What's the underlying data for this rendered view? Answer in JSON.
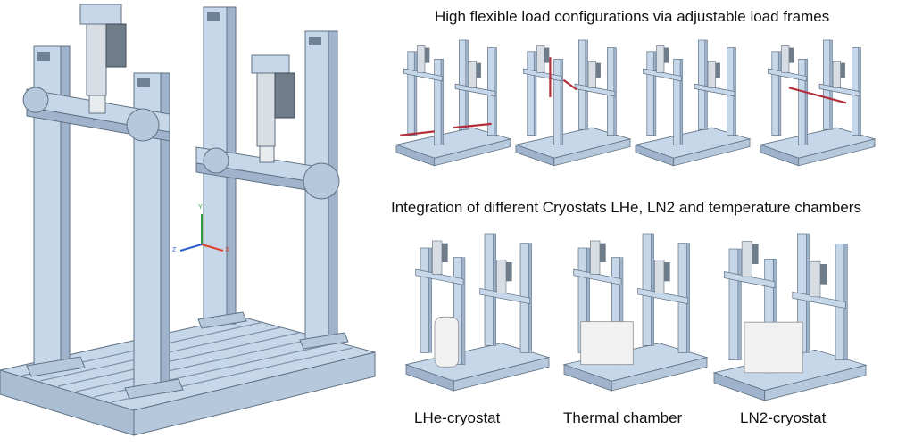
{
  "headings": {
    "top": "High flexible load configurations via adjustable load frames",
    "middle": "Integration of different Cryostats LHe, LN2 and temperature chambers"
  },
  "captions": {
    "lhe": "LHe-cryostat",
    "thermal": "Thermal chamber",
    "ln2": "LN2-cryostat"
  },
  "axes": {
    "x": "X",
    "y": "Y",
    "z": "Z"
  },
  "colors": {
    "frame": "#c6d7e9",
    "frame_dark": "#9fb4cc",
    "frame_edge": "#5f7183",
    "actuator": "#d7dde3",
    "rod_red": "#b3303a",
    "chamber": "#f1f1f1",
    "axis_x": "#e0402b",
    "axis_y": "#2f9a3a",
    "axis_z": "#2f5fd0"
  }
}
